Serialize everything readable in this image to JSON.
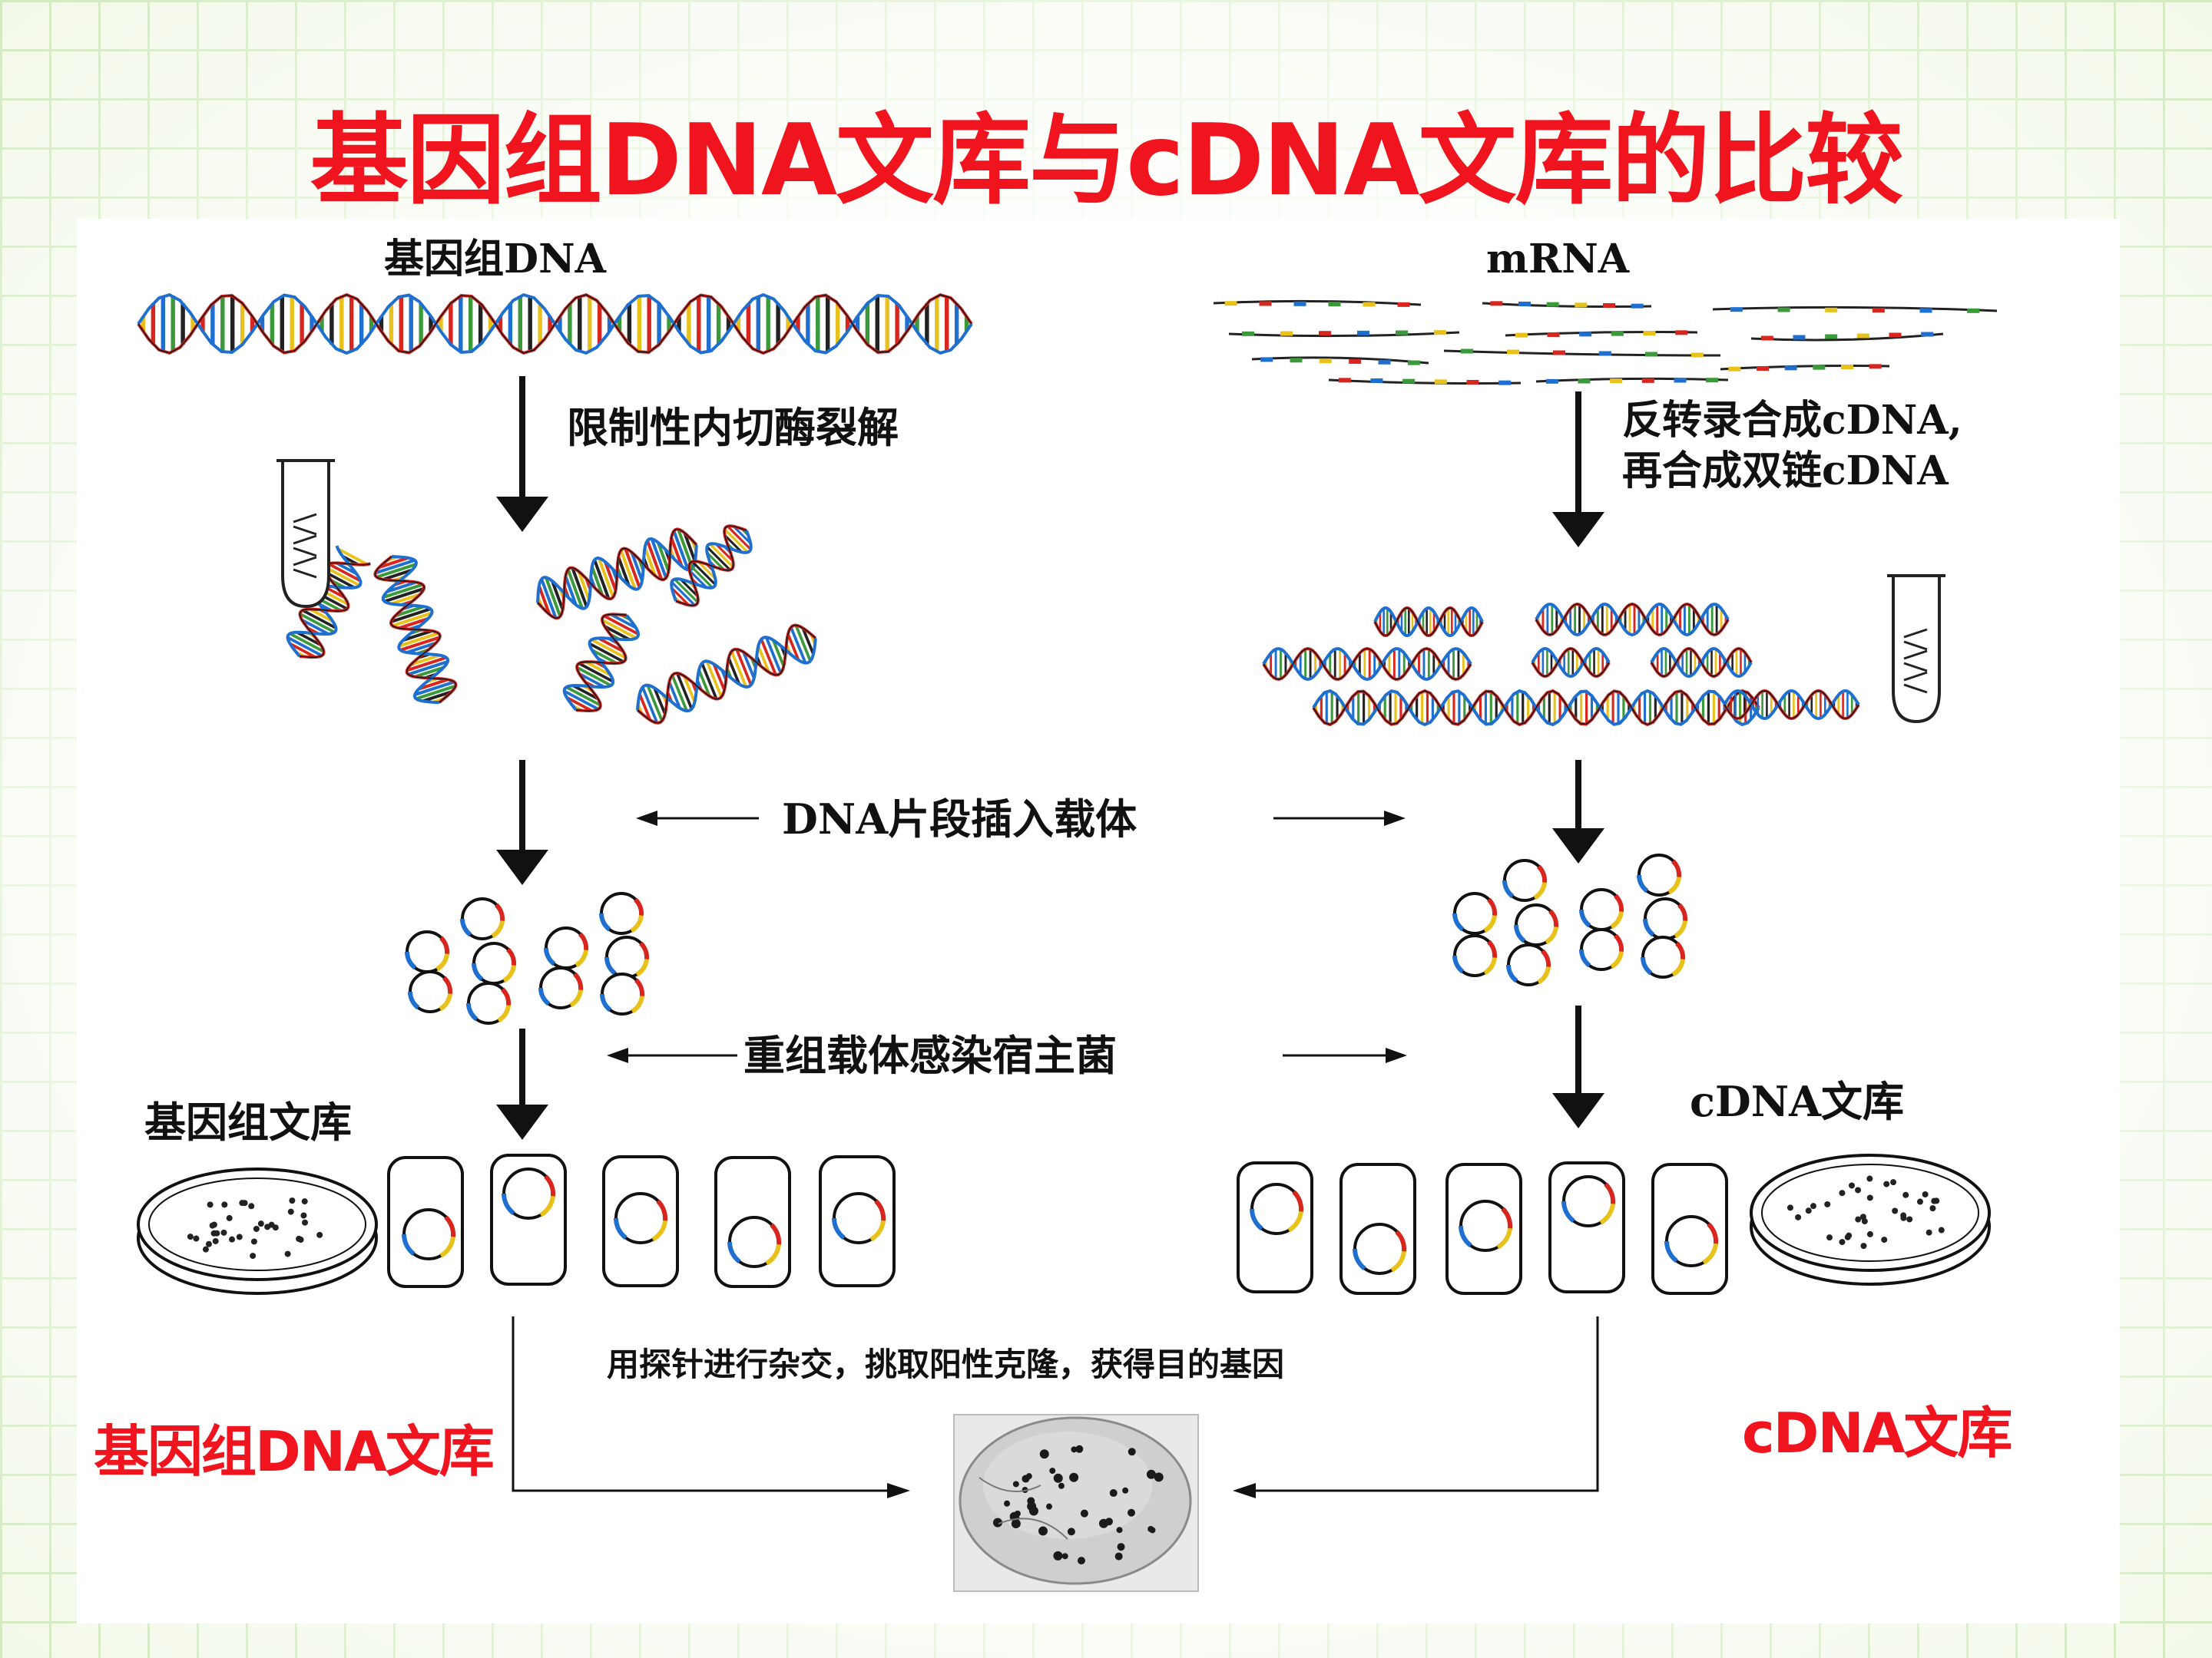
{
  "title": "基因组DNA文库与cDNA文库的比较",
  "left": {
    "source_label": "基因组DNA",
    "step1_label": "限制性内切酶裂解",
    "library_label": "基因组文库",
    "bottom_label": "基因组DNA文库"
  },
  "right": {
    "source_label": "mRNA",
    "step1_line1": "反转录合成cDNA,",
    "step1_line2": "再合成双链cDNA",
    "library_label": "cDNA文库",
    "bottom_label": "cDNA文库"
  },
  "shared": {
    "insert_label": "DNA片段插入载体",
    "infect_label": "重组载体感染宿主菌",
    "screen_label": "用探针进行杂交，挑取阳性克隆，获得目的基因"
  },
  "colors": {
    "title_red": "#f0141e",
    "arrow": "#111111",
    "dna_red": "#d8261f",
    "dna_blue": "#1f6fd0",
    "dna_yellow": "#e8c21a",
    "dna_green": "#3a9a3a"
  }
}
